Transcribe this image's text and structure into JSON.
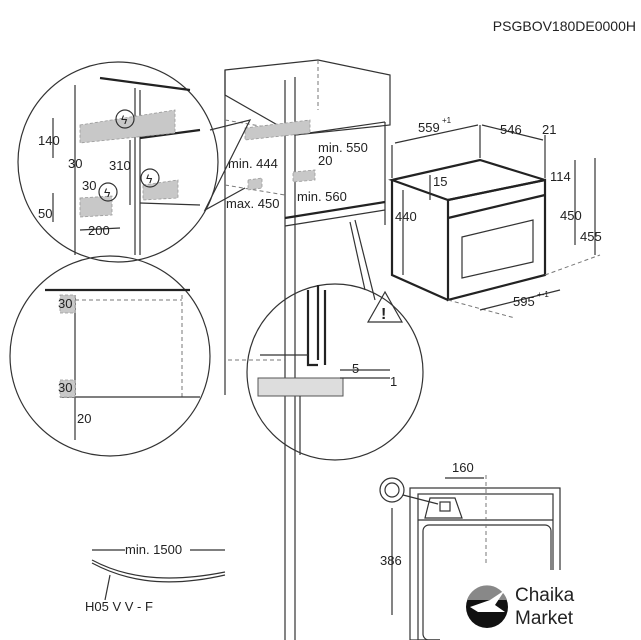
{
  "model_code": "PSGBOV180DE0000H",
  "detail_top_left": {
    "dims": [
      "140",
      "30",
      "310",
      "30",
      "50",
      "200"
    ]
  },
  "cabinet": {
    "min_444": "min. 444",
    "max_450": "max. 450",
    "min_550": "min. 550",
    "d20": "20",
    "min_560": "min. 560"
  },
  "oven": {
    "width_side": "559",
    "width_side_tol": "+1",
    "depth": "546",
    "d21": "21",
    "d15": "15",
    "d114": "114",
    "d440": "440",
    "d450": "450",
    "d455": "455",
    "width_front": "595",
    "width_front_tol": "+-1"
  },
  "detail_mid_left": {
    "dims": [
      "30",
      "30",
      "20"
    ]
  },
  "detail_warning": {
    "d5": "5",
    "d1": "1"
  },
  "connection": {
    "d160": "160",
    "d386": "386"
  },
  "cable": {
    "length": "min. 1500",
    "type": "H05 V V - F"
  },
  "watermark": {
    "line1": "Chaika",
    "line2": "Market"
  }
}
